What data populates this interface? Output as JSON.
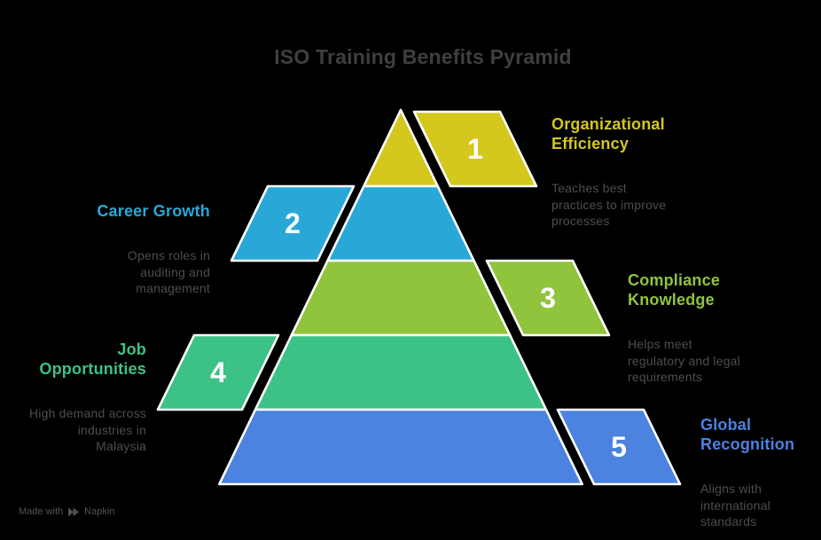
{
  "title": {
    "text": "ISO Training Benefits Pyramid",
    "color": "#3f3f3f"
  },
  "background_color": "#000000",
  "description_color": "#4d4d4d",
  "number_color": "#ffffff",
  "levels": [
    {
      "number": "1",
      "label": "Organizational\nEfficiency",
      "description": "Teaches best\npractices to improve\nprocesses",
      "color": "#d4c71e",
      "tab_side": "right"
    },
    {
      "number": "2",
      "label": "Career Growth",
      "description": "Opens roles in\nauditing and\nmanagement",
      "color": "#29a8d8",
      "tab_side": "left"
    },
    {
      "number": "3",
      "label": "Compliance\nKnowledge",
      "description": "Helps meet\nregulatory and legal\nrequirements",
      "color": "#90c43c",
      "tab_side": "right"
    },
    {
      "number": "4",
      "label": "Job\nOpportunities",
      "description": "High demand across\nindustries in\nMalaysia",
      "color": "#3cc186",
      "tab_side": "left"
    },
    {
      "number": "5",
      "label": "Global\nRecognition",
      "description": "Aligns with\ninternational\nstandards",
      "color": "#4c82e0",
      "tab_side": "right"
    }
  ],
  "footer": {
    "made_with": "Made with",
    "brand": "Napkin",
    "color": "#525252"
  }
}
